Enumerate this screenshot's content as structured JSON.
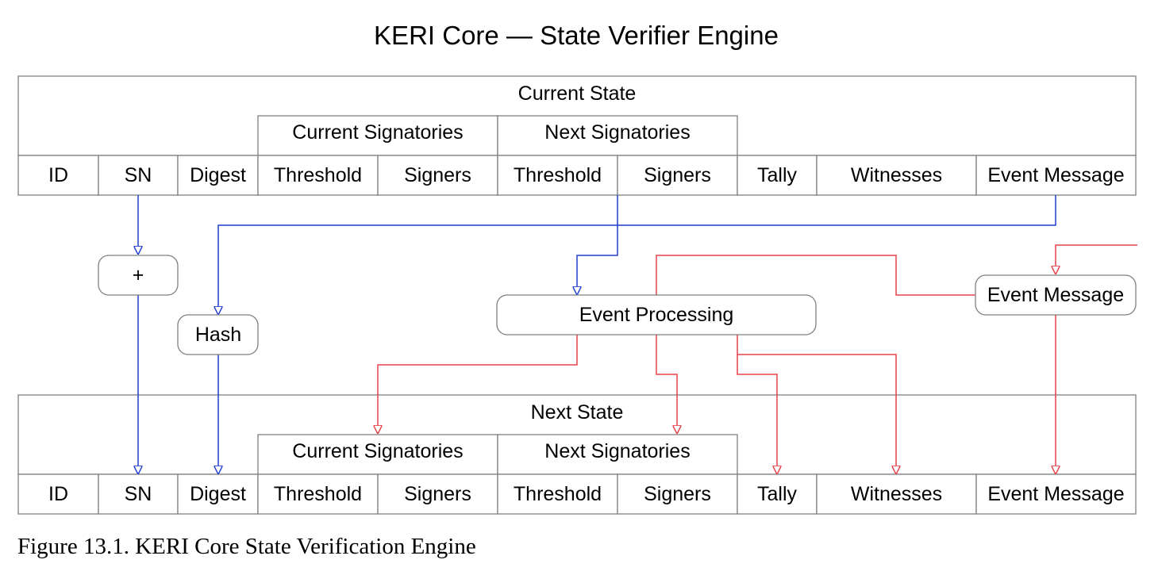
{
  "title": "KERI Core — State Verifier Engine",
  "caption": "Figure 13.1.  KERI Core State Verification Engine",
  "current_state": {
    "label": "Current State",
    "current_signatories": "Current Signatories",
    "next_signatories": "Next Signatories",
    "fields": [
      "ID",
      "SN",
      "Digest",
      "Threshold",
      "Signers",
      "Threshold",
      "Signers",
      "Tally",
      "Witnesses",
      "Event Message"
    ]
  },
  "next_state": {
    "label": "Next State",
    "current_signatories": "Current Signatories",
    "next_signatories": "Next Signatories",
    "fields": [
      "ID",
      "SN",
      "Digest",
      "Threshold",
      "Signers",
      "Threshold",
      "Signers",
      "Tally",
      "Witnesses",
      "Event Message"
    ]
  },
  "nodes": {
    "plus": "+",
    "hash": "Hash",
    "event_processing": "Event Processing",
    "event_message": "Event Message"
  },
  "colors": {
    "state_flow": "#1f3fd1",
    "event_flow": "#e8404a",
    "box_stroke": "#7f7f7f"
  }
}
